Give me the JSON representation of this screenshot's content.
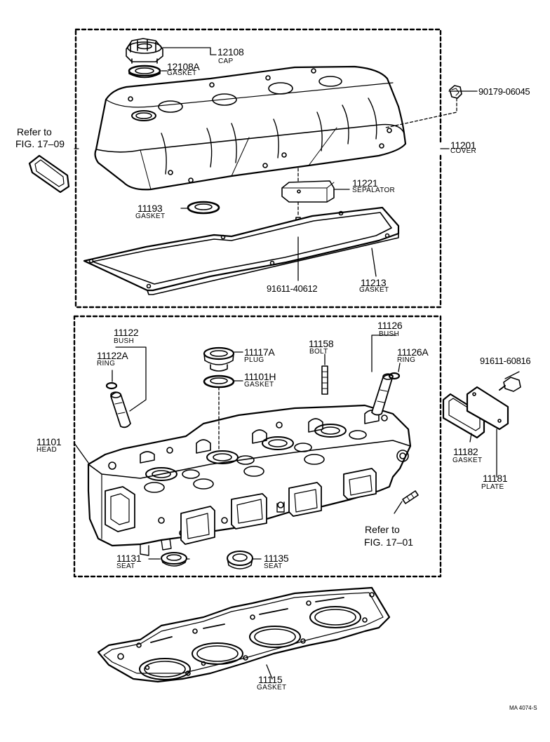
{
  "parts": {
    "cap_no": "12108",
    "cap_name": "CAP",
    "cap_gasket_no": "12108A",
    "cap_gasket_name": "GASKET",
    "bolt_top_no": "90179-06045",
    "cover_no": "11201",
    "cover_name": "COVER",
    "separator_no": "11221",
    "separator_name": "SEPALATOR",
    "gasket_11193_no": "11193",
    "gasket_11193_name": "GASKET",
    "gasket_11213_no": "11213",
    "gasket_11213_name": "GASKET",
    "stud_no": "91611-40612",
    "bush_l_no": "11122",
    "bush_l_name": "BUSH",
    "ring_l_no": "11122A",
    "ring_l_name": "RING",
    "plug_no": "11117A",
    "plug_name": "PLUG",
    "plug_gasket_no": "11101H",
    "plug_gasket_name": "GASKET",
    "bolt_no": "11158",
    "bolt_name": "BOLT",
    "bush_r_no": "11126",
    "bush_r_name": "BUSH",
    "ring_r_no": "11126A",
    "ring_r_name": "RING",
    "screw_no": "91611-60816",
    "head_no": "11101",
    "head_name": "HEAD",
    "plate_gasket_no": "11182",
    "plate_gasket_name": "GASKET",
    "plate_no": "11181",
    "plate_name": "PLATE",
    "seat_l_no": "11131",
    "seat_l_name": "SEAT",
    "seat_r_no": "11135",
    "seat_r_name": "SEAT",
    "head_gasket_no": "11115",
    "head_gasket_name": "GASKET"
  },
  "refs": {
    "refer_to": "Refer to",
    "fig_left": "FIG. 17–09",
    "fig_right": "FIG. 17–01"
  },
  "code": "MA 4074-S"
}
